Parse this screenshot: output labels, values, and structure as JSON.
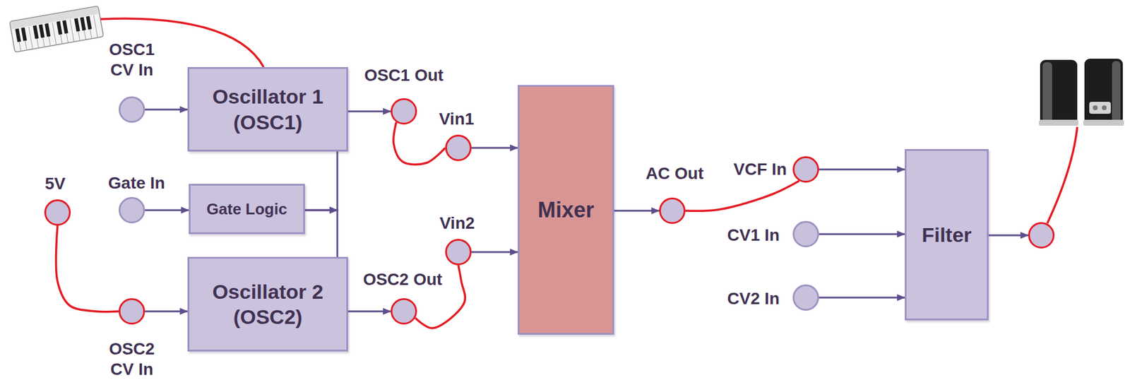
{
  "diagram": {
    "nodes": [
      {
        "text": [
          "OSC1 CV In"
        ]
      },
      {
        "text": [
          "Oscillator 1 (OSC1)"
        ]
      },
      {
        "text": [
          "OSC1 Out"
        ]
      },
      {
        "text": [
          "Vin1"
        ]
      },
      {
        "text": [
          "5V"
        ]
      },
      {
        "text": [
          "Gate In"
        ]
      },
      {
        "text": [
          "Gate Logic"
        ]
      },
      {
        "text": [
          "Vin2"
        ]
      },
      {
        "text": [
          "Oscillator 2 (OSC2)"
        ]
      },
      {
        "text": [
          "OSC2 Out"
        ]
      },
      {
        "text": [
          "OSC2 CV In"
        ]
      },
      {
        "text": [
          "Mixer"
        ]
      },
      {
        "text": [
          "AC Out"
        ]
      },
      {
        "text": [
          "VCF In"
        ]
      },
      {
        "text": [
          "CV1 In"
        ]
      },
      {
        "text": [
          "CV2 In"
        ]
      },
      {
        "text": [
          "Filter"
        ]
      }
    ],
    "edges": [
      {
        "from": 0,
        "to": 1,
        "arrow": "to"
      },
      {
        "from": 1,
        "to": 2,
        "arrow": "to"
      },
      {
        "from": 2,
        "to": 3,
        "arrow": "none"
      },
      {
        "from": 3,
        "to": 11,
        "arrow": "to"
      },
      {
        "from": 4,
        "to": 10,
        "arrow": "none"
      },
      {
        "from": 10,
        "to": 8,
        "arrow": "to"
      },
      {
        "from": 8,
        "to": 9,
        "arrow": "to"
      },
      {
        "from": 9,
        "to": 7,
        "arrow": "none"
      },
      {
        "from": 7,
        "to": 11,
        "arrow": "to"
      },
      {
        "from": 5,
        "to": 6,
        "arrow": "to"
      },
      {
        "from": 6,
        "to": 1,
        "arrow": "to"
      },
      {
        "from": 6,
        "to": 8,
        "arrow": "to"
      },
      {
        "from": 11,
        "to": 12,
        "arrow": "to"
      },
      {
        "from": 12,
        "to": 13,
        "arrow": "none"
      },
      {
        "from": 13,
        "to": 16,
        "arrow": "to"
      },
      {
        "from": 14,
        "to": 16,
        "arrow": "to"
      },
      {
        "from": 15,
        "to": 16,
        "arrow": "to"
      }
    ]
  }
}
